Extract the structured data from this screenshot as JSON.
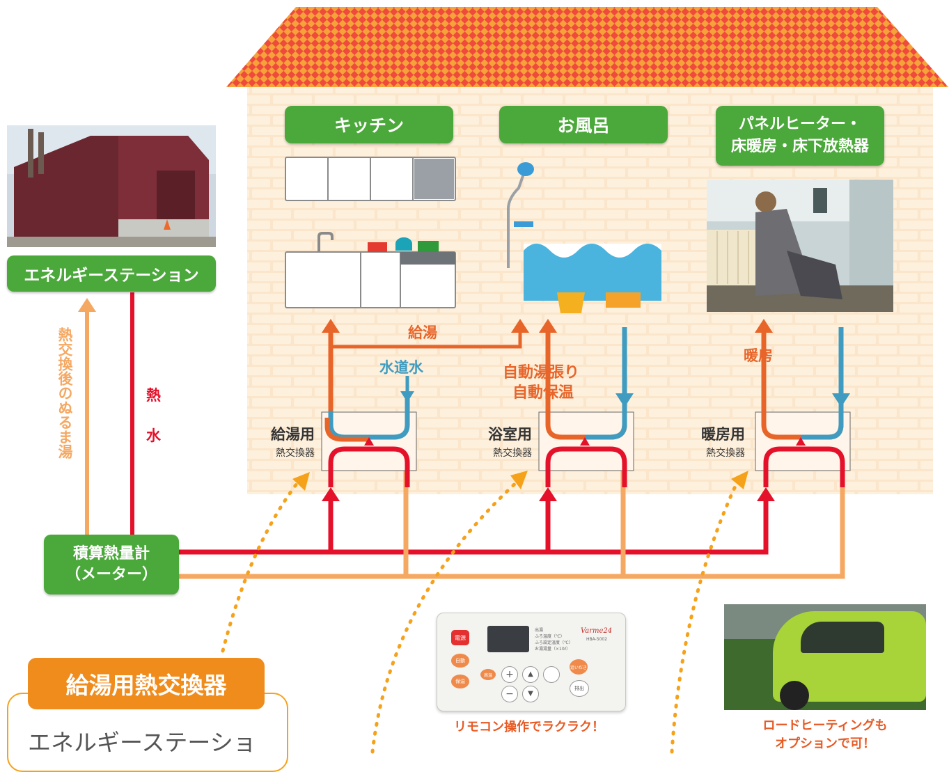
{
  "energy_station": {
    "label": "エネルギーステーション"
  },
  "rooms": {
    "kitchen": "キッチン",
    "bath": "お風呂",
    "heater_line1": "パネルヒーター・",
    "heater_line2": "床暖房・床下放熱器"
  },
  "flows": {
    "return_water": "熱交換後のぬるま湯",
    "hot_water_1": "熱",
    "hot_water_2": "水",
    "supply_hot": "給湯",
    "tap_water": "水道水",
    "auto_fill_1": "自動湯張り",
    "auto_fill_2": "自動保温",
    "heating": "暖房"
  },
  "exchangers": [
    {
      "name": "給湯用",
      "sub": "熱交換器"
    },
    {
      "name": "浴室用",
      "sub": "熱交換器"
    },
    {
      "name": "暖房用",
      "sub": "熱交換器"
    }
  ],
  "meter": {
    "line1": "積算熱量計",
    "line2": "（メーター）"
  },
  "detail_panel": {
    "title": "給湯用熱交換器",
    "body": "エネルギーステーショ"
  },
  "remote": {
    "caption": "リモコン操作でラクラク！",
    "brand": "Varme24",
    "model": "HBA-5002",
    "power": "電源",
    "reheat": "追いだき",
    "fill": "自動",
    "keep": "保温",
    "hot": "高温",
    "drain": "排出",
    "menu": [
      "出湯",
      "ふろ温度（℃）",
      "ふろ設定温度（℃）",
      "お湯湯量（×10ℓ）"
    ]
  },
  "road_heating": {
    "caption_line1": "ロードヒーティングも",
    "caption_line2": "オプションで可！"
  },
  "colors": {
    "green": "#4ba83a",
    "orange": "#f08c1c",
    "hot_red": "#e5102a",
    "warm_return": "#f5a862",
    "supply_orange": "#e8652a",
    "tap_blue": "#3f9cc0",
    "roof_red": "#ef4a3c",
    "roof_orange": "#f5a23a"
  }
}
